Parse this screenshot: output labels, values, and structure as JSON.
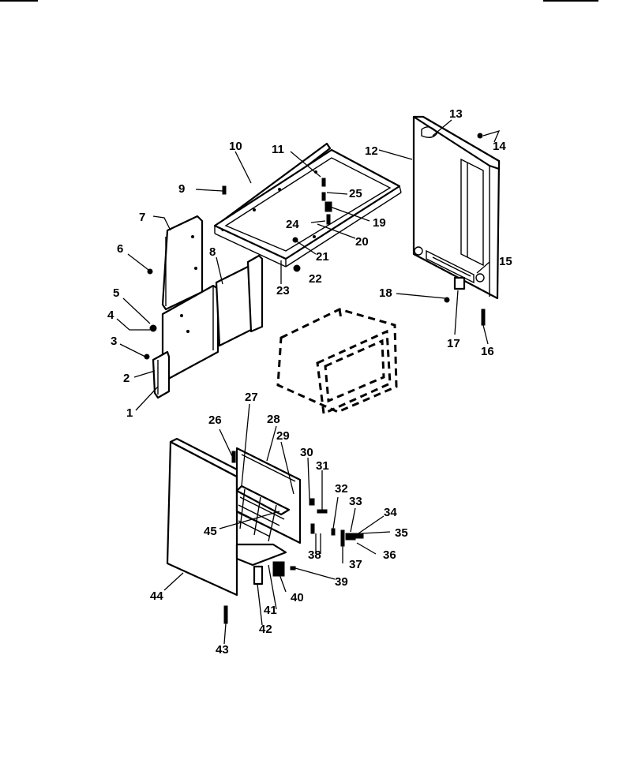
{
  "diagram": {
    "callouts": {
      "c1": "1",
      "c2": "2",
      "c3": "3",
      "c4": "4",
      "c5": "5",
      "c6": "6",
      "c7": "7",
      "c8": "8",
      "c9": "9",
      "c10": "10",
      "c11": "11",
      "c12": "12",
      "c13": "13",
      "c14": "14",
      "c15": "15",
      "c16": "16",
      "c17": "17",
      "c18": "18",
      "c19": "19",
      "c20": "20",
      "c21": "21",
      "c22": "22",
      "c23": "23",
      "c24": "24",
      "c25": "25",
      "c26": "26",
      "c27": "27",
      "c28": "28",
      "c29": "29",
      "c30": "30",
      "c31": "31",
      "c32": "32",
      "c33": "33",
      "c34": "34",
      "c35": "35",
      "c36": "36",
      "c37": "37",
      "c38": "38",
      "c39": "39",
      "c40": "40",
      "c41": "41",
      "c42": "42",
      "c43": "43",
      "c44": "44",
      "c45": "45"
    }
  }
}
